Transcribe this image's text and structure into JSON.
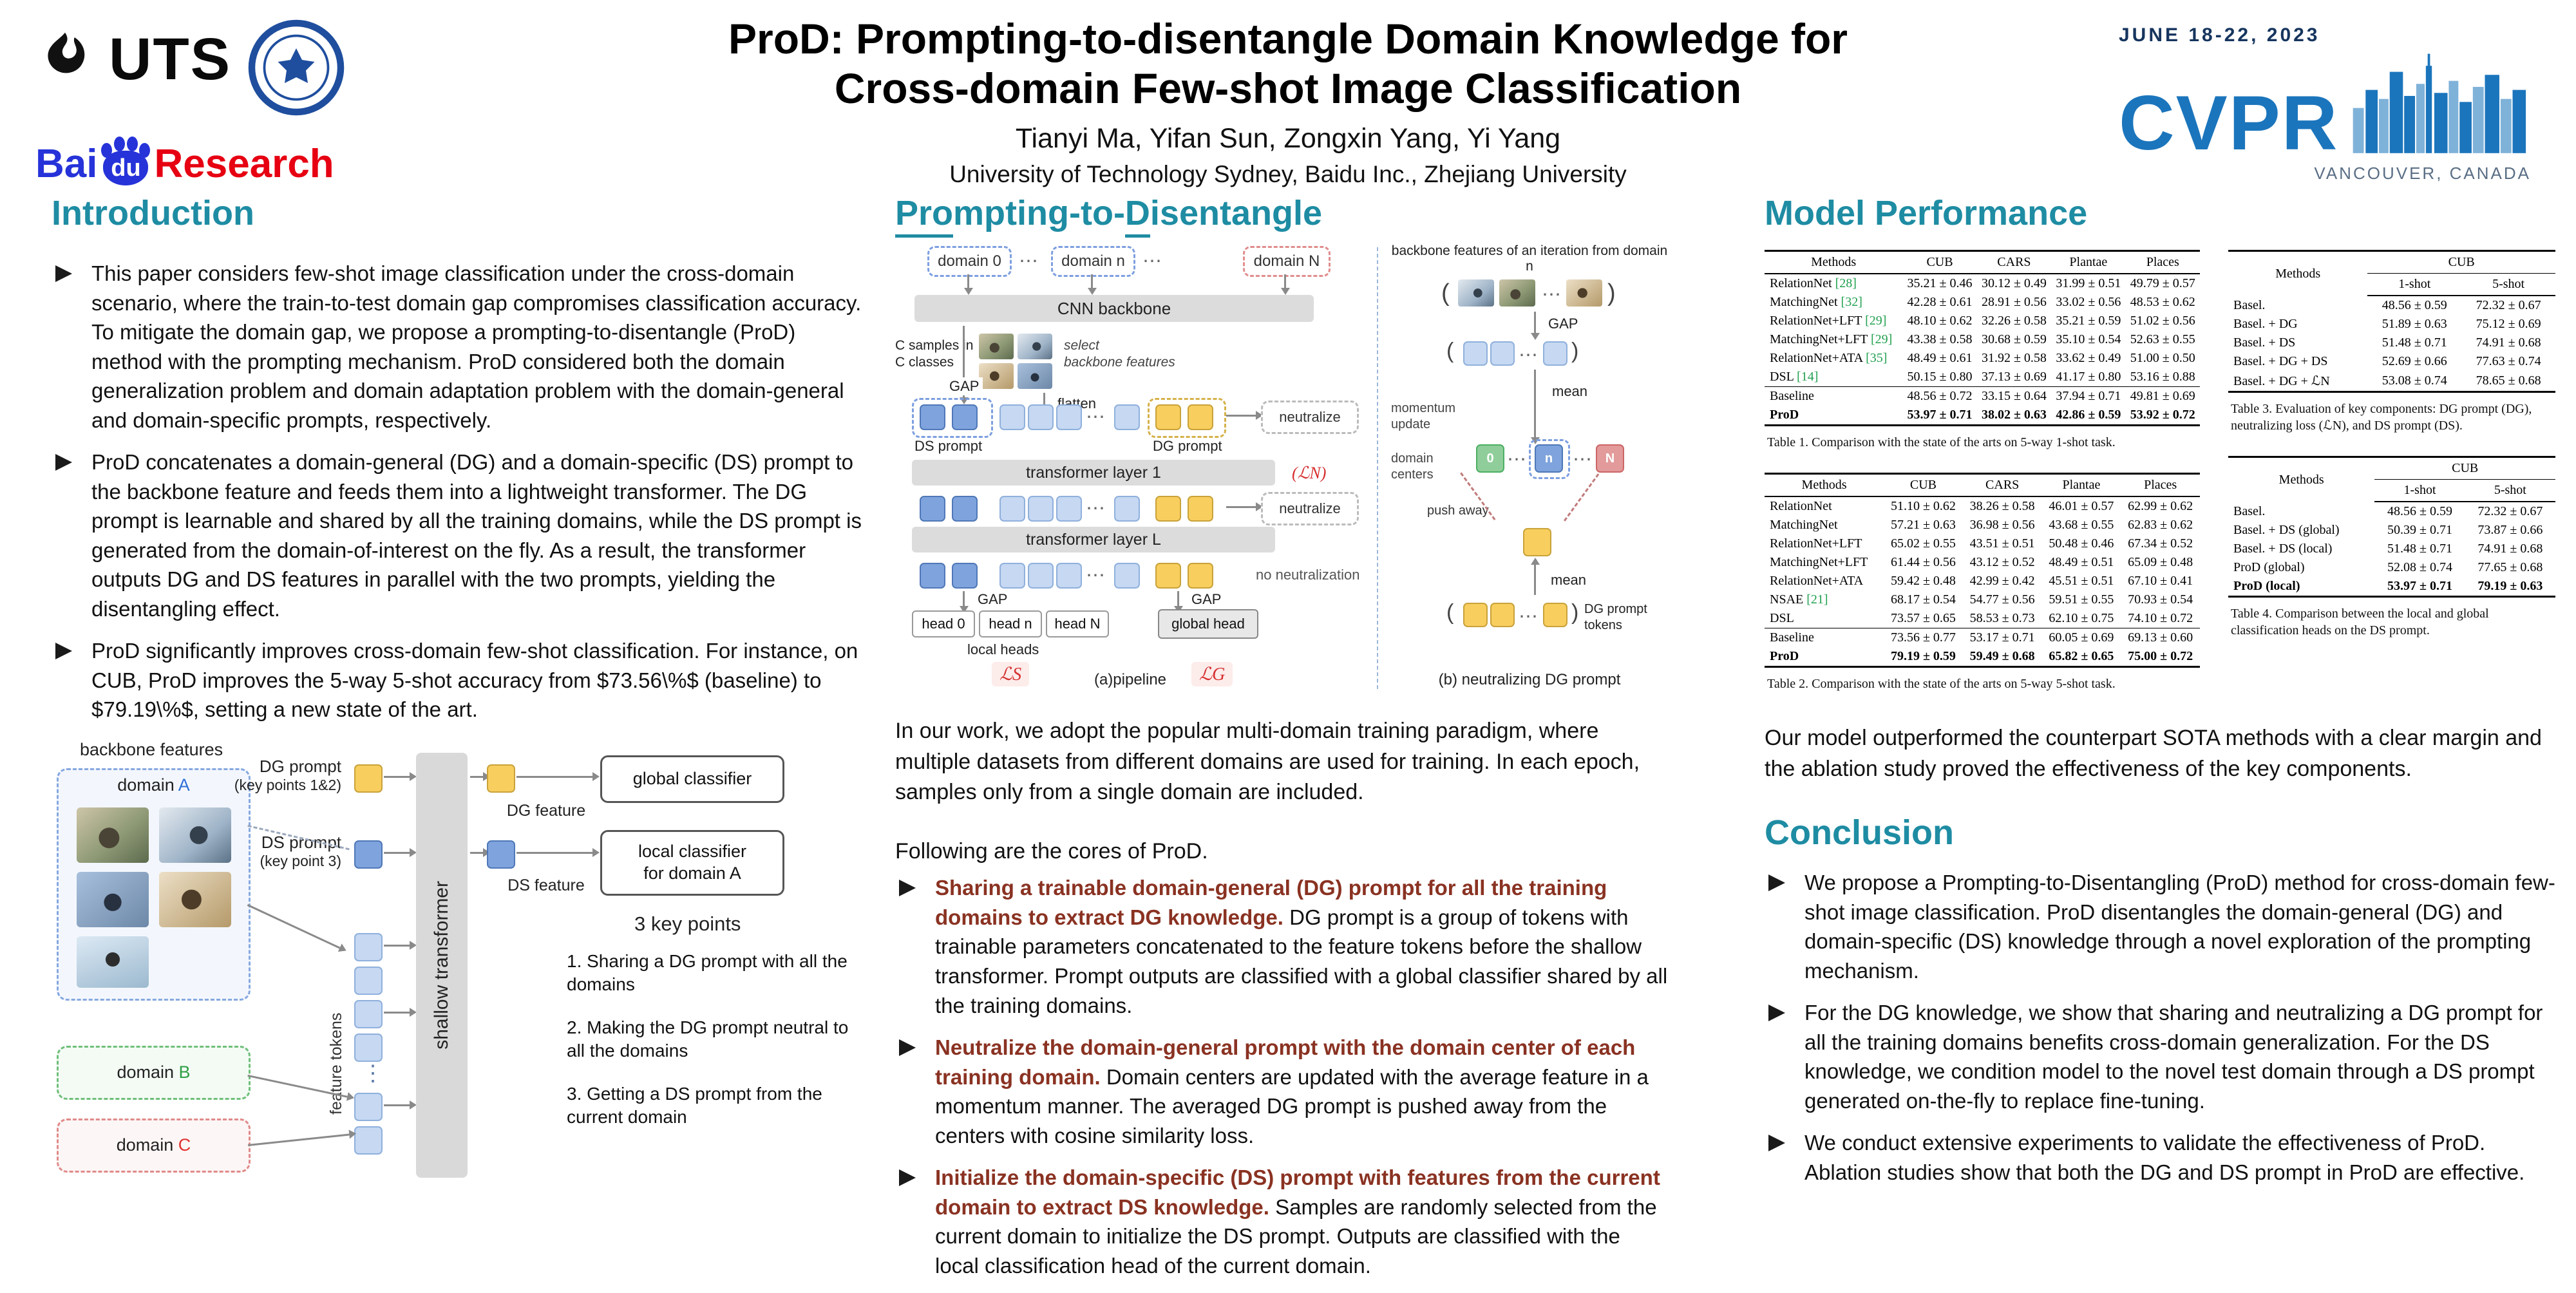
{
  "header": {
    "title_line1": "ProD: Prompting-to-disentangle Domain Knowledge for",
    "title_line2": "Cross-domain Few-shot Image Classification",
    "authors": "Tianyi Ma, Yifan Sun, Zongxin Yang, Yi Yang",
    "affiliation": "University of Technology Sydney, Baidu Inc., Zhejiang University",
    "uts_label": "UTS",
    "baidu": {
      "bai": "Bai",
      "du": "du",
      "research": "Research"
    },
    "cvpr": {
      "dates": "JUNE 18-22, 2023",
      "name": "CVPR",
      "location": "VANCOUVER, CANADA"
    }
  },
  "intro": {
    "heading": "Introduction",
    "bullets": [
      "This paper considers few-shot image classification under the cross-domain scenario, where the train-to-test domain gap compromises classification accuracy. To mitigate the domain gap, we propose a prompting-to-disentangle (ProD) method with the prompting mechanism. ProD considered both the domain generalization problem and domain adaptation problem with the domain-general and domain-specific prompts, respectively.",
      "ProD concatenates a domain-general (DG) and a domain-specific (DS) prompt to the backbone feature and feeds them into a lightweight transformer. The DG prompt is learnable and shared by all the training domains, while the DS prompt is generated from the domain-of-interest on the fly. As a result, the transformer outputs DG and DS features in parallel with the two prompts, yielding the disentangling effect.",
      "ProD significantly improves cross-domain few-shot classification. For instance, on CUB, ProD improves the 5-way 5-shot accuracy from $73.56\\%$ (baseline) to $79.19\\%$, setting a new state of the art."
    ]
  },
  "fig1": {
    "backbone_features": "backbone features",
    "domain_prefix": "domain ",
    "domain_a": "A",
    "domain_b": "B",
    "domain_c": "C",
    "feature_tokens": "feature tokens",
    "dg_prompt_l1": "DG prompt",
    "dg_prompt_l2": "(key points 1&2)",
    "ds_prompt_l1": "DS prompt",
    "ds_prompt_l2": "(key point 3)",
    "shallow_transformer": "shallow transformer",
    "dg_feature": "DG feature",
    "ds_feature": "DS feature",
    "global_classifier": "global classifier",
    "local_classifier_l1": "local classifier",
    "local_classifier_l2": "for domain A",
    "key_points_title": "3 key points",
    "key_points": [
      "1. Sharing a DG prompt with all the domains",
      "2. Making the DG prompt neutral to all the domains",
      "3. Getting a DS prompt from the current domain"
    ]
  },
  "method": {
    "heading": {
      "u1": "Pro",
      "m1": "mpting-to-",
      "u2": "D",
      "m2": "isentangle"
    },
    "para1": "In our work, we adopt the popular multi-domain training paradigm, where multiple datasets from different domains are used for training. In each epoch, samples only from a single domain are included.",
    "para2": "Following are the cores of ProD.",
    "bullets": [
      {
        "lead": "Sharing a trainable domain-general (DG) prompt for all the training domains to extract DG knowledge.",
        "rest": "DG prompt is a group of tokens with trainable parameters concatenated to the feature tokens before the shallow transformer. Prompt outputs are classified with a global classifier shared by all the training domains."
      },
      {
        "lead": "Neutralize the domain-general prompt with the domain center of each training domain.",
        "rest": "Domain centers are updated with the average feature in a momentum manner. The averaged DG prompt is pushed away from the centers with cosine similarity loss."
      },
      {
        "lead": "Initialize the domain-specific (DS) prompt with features from the current domain to extract DS knowledge.",
        "rest": "Samples are randomly selected from the current domain to initialize the DS prompt. Outputs are classified with the local classification head of the current domain."
      }
    ]
  },
  "fig2a": {
    "domain0": "domain 0",
    "domainn": "domain n",
    "domainN": "domain N",
    "dots": "⋯",
    "cnn_backbone": "CNN backbone",
    "c_samples_l1": "C samples in",
    "c_samples_l2": "C classes",
    "select_l1": "select",
    "select_l2": "backbone features",
    "gap": "GAP",
    "flatten": "flatten",
    "ds_prompt": "DS prompt",
    "dg_prompt": "DG prompt",
    "neutralize": "neutralize",
    "layer1": "transformer layer 1",
    "layerL": "transformer layer L",
    "ln": "(ℒN)",
    "no_neutralization": "no neutralization",
    "head0": "head 0",
    "headn": "head n",
    "headN": "head N",
    "local_heads": "local heads",
    "global_head": "global head",
    "ls": "ℒS",
    "lg": "ℒG",
    "caption": "(a)pipeline"
  },
  "fig2b": {
    "title": "backbone features of an iteration from domain n",
    "gap": "GAP",
    "mean1": "mean",
    "mean2": "mean",
    "momentum": "momentum update",
    "domain_centers": "domain centers",
    "c0": "0",
    "cn": "n",
    "cN": "N",
    "push_away": "push away",
    "dg_prompt_tokens": "DG prompt tokens",
    "dots": "⋯",
    "caption": "(b) neutralizing DG prompt"
  },
  "results": {
    "heading": "Model Performance",
    "table1": {
      "head": [
        [
          "Methods",
          "CUB",
          "CARS",
          "Plantae",
          "Places"
        ]
      ],
      "rows": [
        {
          "cells": [
            "RelationNet [28]",
            "35.21 ± 0.46",
            "30.12 ± 0.49",
            "31.99 ± 0.51",
            "49.79 ± 0.57"
          ]
        },
        {
          "cells": [
            "MatchingNet [32]",
            "42.28 ± 0.61",
            "28.91 ± 0.56",
            "33.02 ± 0.56",
            "48.53 ± 0.62"
          ]
        },
        {
          "cells": [
            "RelationNet+LFT [29]",
            "48.10 ± 0.62",
            "32.26 ± 0.58",
            "35.21 ± 0.59",
            "51.02 ± 0.56"
          ]
        },
        {
          "cells": [
            "MatchingNet+LFT [29]",
            "43.38 ± 0.58",
            "30.68 ± 0.59",
            "35.10 ± 0.54",
            "52.63 ± 0.55"
          ]
        },
        {
          "cells": [
            "RelationNet+ATA [35]",
            "48.49 ± 0.61",
            "31.92 ± 0.58",
            "33.62 ± 0.49",
            "51.00 ± 0.50"
          ]
        },
        {
          "cells": [
            "DSL [14]",
            "50.15 ± 0.80",
            "37.13 ± 0.69",
            "41.17 ± 0.80",
            "53.16 ± 0.88"
          ]
        },
        {
          "cells": [
            "Baseline",
            "48.56 ± 0.72",
            "33.15 ± 0.64",
            "37.94 ± 0.71",
            "49.81 ± 0.69"
          ],
          "sep": true
        },
        {
          "cells": [
            "ProD",
            "53.97 ± 0.71",
            "38.02 ± 0.63",
            "42.86 ± 0.59",
            "53.92 ± 0.72"
          ],
          "bold": true
        }
      ],
      "caption": "Table 1. Comparison with the state of the arts on 5-way 1-shot task."
    },
    "table2": {
      "head": [
        [
          "Methods",
          "CUB",
          "CARS",
          "Plantae",
          "Places"
        ]
      ],
      "rows": [
        {
          "cells": [
            "RelationNet",
            "51.10 ± 0.62",
            "38.26 ± 0.58",
            "46.01 ± 0.57",
            "62.99 ± 0.62"
          ]
        },
        {
          "cells": [
            "MatchingNet",
            "57.21 ± 0.63",
            "36.98 ± 0.56",
            "43.68 ± 0.55",
            "62.83 ± 0.62"
          ]
        },
        {
          "cells": [
            "RelationNet+LFT",
            "65.02 ± 0.55",
            "43.51 ± 0.51",
            "50.48 ± 0.46",
            "67.34 ± 0.52"
          ]
        },
        {
          "cells": [
            "MatchingNet+LFT",
            "61.44 ± 0.56",
            "43.12 ± 0.52",
            "48.49 ± 0.51",
            "65.09 ± 0.48"
          ]
        },
        {
          "cells": [
            "RelationNet+ATA",
            "59.42 ± 0.48",
            "42.99 ± 0.42",
            "45.51 ± 0.51",
            "67.10 ± 0.41"
          ]
        },
        {
          "cells": [
            "NSAE [21]",
            "68.17 ± 0.54",
            "54.77 ± 0.56",
            "59.51 ± 0.55",
            "70.93 ± 0.54"
          ]
        },
        {
          "cells": [
            "DSL",
            "73.57 ± 0.65",
            "58.53 ± 0.73",
            "62.10 ± 0.75",
            "74.10 ± 0.72"
          ]
        },
        {
          "cells": [
            "Baseline",
            "73.56 ± 0.77",
            "53.17 ± 0.71",
            "60.05 ± 0.69",
            "69.13 ± 0.60"
          ],
          "sep": true
        },
        {
          "cells": [
            "ProD",
            "79.19 ± 0.59",
            "59.49 ± 0.68",
            "65.82 ± 0.65",
            "75.00 ± 0.72"
          ],
          "bold": true
        }
      ],
      "caption": "Table 2. Comparison with the state of the arts on 5-way 5-shot task."
    },
    "table3": {
      "head": [
        [
          {
            "t": "Methods",
            "rs": 2
          },
          {
            "t": "CUB",
            "cs": 2
          }
        ],
        [
          "1-shot",
          "5-shot"
        ]
      ],
      "rows": [
        {
          "cells": [
            "Basel.",
            "48.56 ± 0.59",
            "72.32 ± 0.67"
          ]
        },
        {
          "cells": [
            "Basel. + DG",
            "51.89 ± 0.63",
            "75.12 ± 0.69"
          ]
        },
        {
          "cells": [
            "Basel. + DS",
            "51.48 ± 0.71",
            "74.91 ± 0.68"
          ]
        },
        {
          "cells": [
            "Basel. + DG + DS",
            "52.69 ± 0.66",
            "77.63 ± 0.74"
          ]
        },
        {
          "cells": [
            "Basel. + DG + ℒN",
            "53.08 ± 0.74",
            "78.65 ± 0.68"
          ]
        }
      ],
      "caption": "Table 3. Evaluation of key components: DG prompt (DG), neutralizing loss (ℒN), and DS prompt (DS)."
    },
    "table4": {
      "head": [
        [
          {
            "t": "Methods",
            "rs": 2
          },
          {
            "t": "CUB",
            "cs": 2
          }
        ],
        [
          "1-shot",
          "5-shot"
        ]
      ],
      "rows": [
        {
          "cells": [
            "Basel.",
            "48.56 ± 0.59",
            "72.32 ± 0.67"
          ]
        },
        {
          "cells": [
            "Basel. + DS (global)",
            "50.39 ± 0.71",
            "73.87 ± 0.66"
          ]
        },
        {
          "cells": [
            "Basel. + DS (local)",
            "51.48 ± 0.71",
            "74.91 ± 0.68"
          ]
        },
        {
          "cells": [
            "ProD (global)",
            "52.08 ± 0.74",
            "77.65 ± 0.68"
          ]
        },
        {
          "cells": [
            "ProD (local)",
            "53.97 ± 0.71",
            "79.19 ± 0.63"
          ],
          "bold": true
        }
      ],
      "caption": "Table 4. Comparison between the local and global classification heads on the DS prompt."
    },
    "note": "Our model outperformed the counterpart SOTA methods with a clear margin and the ablation study proved the effectiveness of the key components."
  },
  "conclusion": {
    "heading": "Conclusion",
    "bullets": [
      "We propose a Prompting-to-Disentangling (ProD) method for cross-domain few-shot image classification. ProD disentangles the domain-general (DG) and domain-specific (DS) knowledge through a novel exploration of the prompting mechanism.",
      "For the DG knowledge, we show that sharing and neutralizing a DG prompt for all the training domains benefits cross-domain generalization. For the DS knowledge, we condition model to the novel test domain through a DS prompt generated on-the-fly to replace fine-tuning.",
      "We conduct extensive experiments to validate the effectiveness of ProD. Ablation studies show that both the DG and DS prompt in ProD are effective."
    ]
  }
}
